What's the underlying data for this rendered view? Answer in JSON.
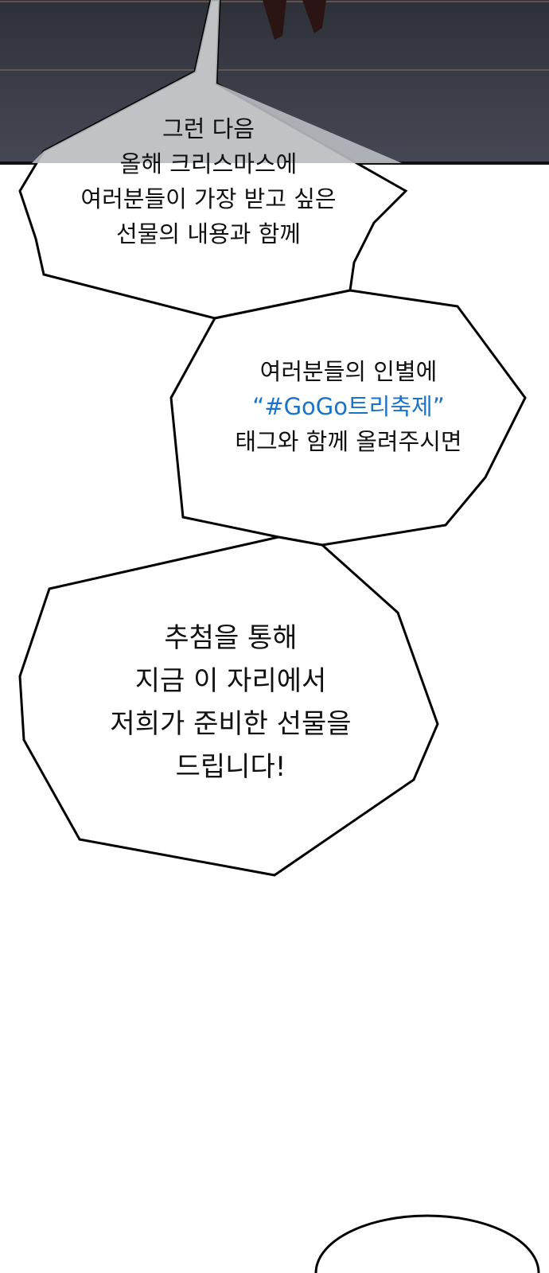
{
  "bubbles": [
    {
      "lines": [
        "그런 다음",
        "올해 크리스마스에",
        "여러분들이 가장 받고 싶은",
        "선물의 내용과 함께"
      ]
    },
    {
      "lines": [
        "여러분들의 인별에",
        "“#GoGo트리축제”",
        "태그와 함께 올려주시면"
      ]
    },
    {
      "lines": [
        "추첨을 통해",
        "지금 이 자리에서",
        "저희가 준비한 선물을",
        "드립니다!"
      ]
    }
  ],
  "colors": {
    "hashtag": "#1a73c8",
    "scene": "#3c3f4a"
  }
}
